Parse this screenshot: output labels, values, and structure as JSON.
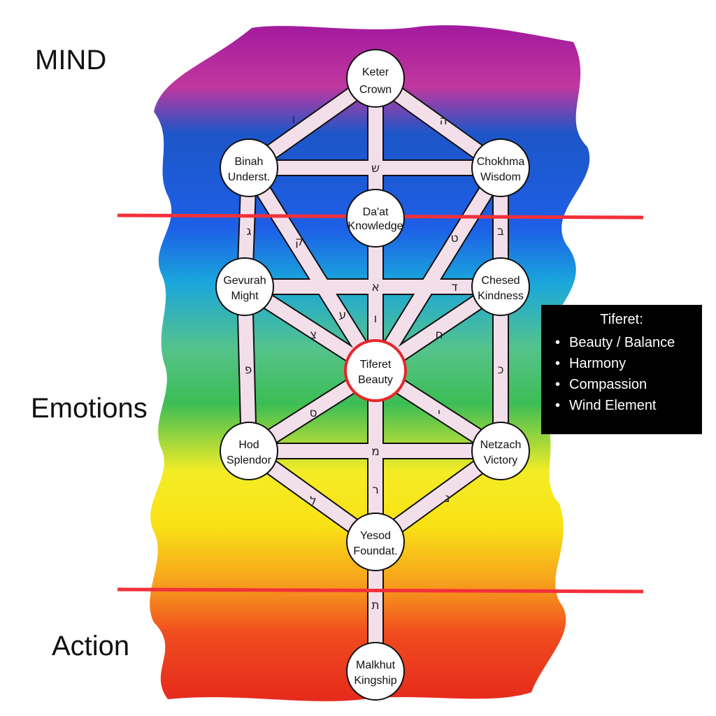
{
  "sections": {
    "mind": "MIND",
    "emotions": "Emotions",
    "action": "Action"
  },
  "nodes": {
    "keter": {
      "line1": "Keter",
      "line2": "Crown"
    },
    "binah": {
      "line1": "Binah",
      "line2": "Underst."
    },
    "chokhma": {
      "line1": "Chokhma",
      "line2": "Wisdom"
    },
    "daat": {
      "line1": "Da'at",
      "line2": "Knowledge"
    },
    "gevurah": {
      "line1": "Gevurah",
      "line2": "Might"
    },
    "chesed": {
      "line1": "Chesed",
      "line2": "Kindness"
    },
    "tiferet": {
      "line1": "Tiferet",
      "line2": "Beauty"
    },
    "hod": {
      "line1": "Hod",
      "line2": "Splendor"
    },
    "netzach": {
      "line1": "Netzach",
      "line2": "Victory"
    },
    "yesod": {
      "line1": "Yesod",
      "line2": "Foundat."
    },
    "malkhut": {
      "line1": "Malkhut",
      "line2": "Kingship"
    }
  },
  "letters": {
    "keter_binah": "ו",
    "keter_chokhma": "ה",
    "binah_chokhma": "ש",
    "binah_gevurah": "ג",
    "binah_tiferet": "ק",
    "chokhma_chesed": "ב",
    "chokhma_tiferet": "ט",
    "gevurah_chesed_a": "א",
    "gevurah_chesed_d": "ד",
    "daat_tiferet": "ו",
    "binah_tiferet_ayin": "ע",
    "gevurah_tiferet": "צ",
    "chesed_tiferet": "ח",
    "gevurah_hod": "פ",
    "chesed_netzach": "כ",
    "hod_tiferet": "ס",
    "netzach_tiferet": "י",
    "hod_netzach": "מ",
    "tiferet_yesod": "ר",
    "hod_yesod": "ל",
    "netzach_yesod": "נ",
    "yesod_malkhut": "ת"
  },
  "infobox": {
    "title": "Tiferet:",
    "items": [
      "Beauty / Balance",
      "Harmony",
      "Compassion",
      "Wind Element"
    ]
  },
  "colors": {
    "path_fill": "#f3dfea",
    "path_stroke": "#111111",
    "highlight": "#e8262b",
    "divider": "#f2303a"
  }
}
